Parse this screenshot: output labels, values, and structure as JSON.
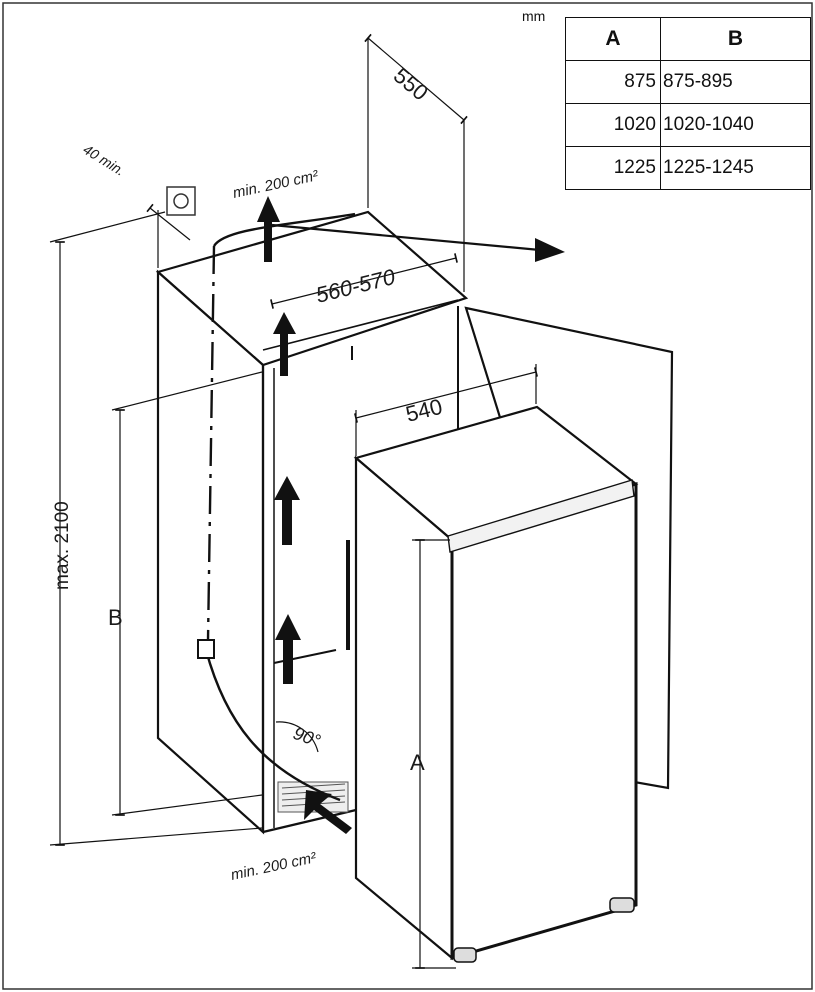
{
  "table": {
    "unit": "mm",
    "headers": [
      "A",
      "B"
    ],
    "rows": [
      [
        "875",
        "875-895"
      ],
      [
        "1020",
        "1020-1040"
      ],
      [
        "1225",
        "1225-1245"
      ]
    ]
  },
  "labels": {
    "depth": "550",
    "width_niche": "560-570",
    "width_appliance": "540",
    "clearance": "40 min.",
    "vent_top": "min. 200 cm²",
    "vent_bottom": "min. 200 cm²",
    "height_max": "max. 2100",
    "dim_a": "A",
    "dim_b": "B",
    "angle": "90°"
  }
}
